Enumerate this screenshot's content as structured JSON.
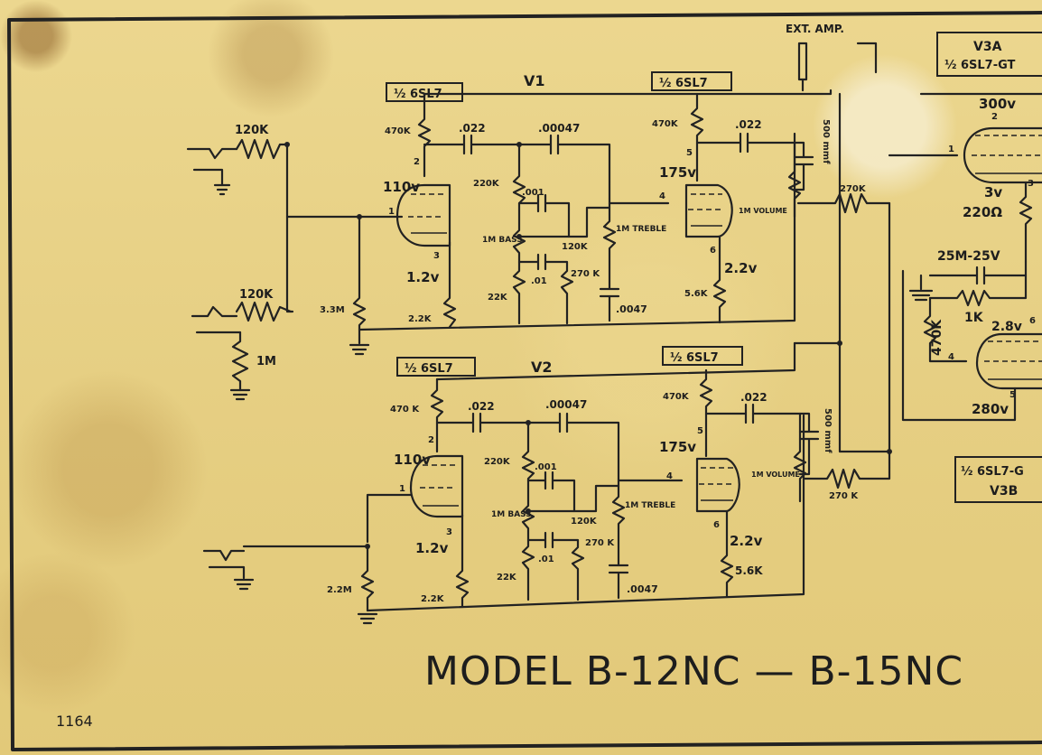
{
  "title": "MODEL B-12NC — B-15NC",
  "drawing_number": "1164",
  "ext_amp": "EXT. AMP.",
  "tubes": {
    "v1_label": "V1",
    "v2_label": "V2",
    "half_6sl7": "½ 6SL7",
    "v3a_line1": "V3A",
    "v3a_line2": "½ 6SL7-GT",
    "v3b_line1": "½ 6SL7-G",
    "v3b_line2": "V3B"
  },
  "input_section": {
    "r_120k_top": "120K",
    "r_120k_bottom": "120K",
    "r_1m": "1M"
  },
  "v1_section": {
    "plate_load": "470K",
    "pin2": "2",
    "pin1": "1",
    "pin3": "3",
    "plate_volt": "110v",
    "cathode_volt": "1.2v",
    "grid_res": "3.3M",
    "cathode_res": "2.2K",
    "cap_022": ".022",
    "cap_00047": ".00047",
    "r_220k": "220K",
    "cap_001": ".001",
    "bass_pot": "1M BASS",
    "r_120k": "120K",
    "cap_01": ".01",
    "r_22k": "22K",
    "r_270k": "270 K",
    "treble_pot": "1M TREBLE",
    "cap_0047": ".0047",
    "pin4": "4",
    "stage2_plate_load": "470K",
    "stage2_pin5": "5",
    "stage2_plate_volt": "175v",
    "stage2_pin6": "6",
    "stage2_cathode_volt": "2.2v",
    "stage2_cathode_res": "5.6K",
    "out_cap": ".022",
    "cap_500": "500 mmf",
    "volume_pot": "1M VOLUME",
    "mix_res": "270K"
  },
  "v2_section": {
    "plate_load": "470 K",
    "pin2": "2",
    "pin1": "1",
    "pin3": "3",
    "plate_volt": "110v",
    "cathode_volt": "1.2v",
    "grid_res": "2.2M",
    "cathode_res": "2.2K",
    "cap_022": ".022",
    "cap_00047": ".00047",
    "r_220k": "220K",
    "cap_001": ".001",
    "bass_pot": "1M BASS",
    "r_120k": "120K",
    "cap_01": ".01",
    "r_22k": "22K",
    "r_270k": "270 K",
    "treble_pot": "1M TREBLE",
    "cap_0047": ".0047",
    "pin4": "4",
    "stage2_plate_load": "470K",
    "stage2_pin5": "5",
    "stage2_plate_volt": "175v",
    "stage2_pin6": "6",
    "stage2_cathode_volt": "2.2v",
    "stage2_cathode_res": "5.6K",
    "out_cap": ".022",
    "cap_500": "500 mmf",
    "volume_pot": "1M VOLUME",
    "mix_res": "270 K"
  },
  "v3_section": {
    "plate_volt": "300v",
    "pin2": "2",
    "pin1": "1",
    "pin3": "3",
    "cathode_volt": "3v",
    "cathode_res": "220Ω",
    "cap": "25M-25V",
    "r_470k": "470K",
    "r_1k": "1K",
    "v3b_cathode_volt": "2.8v",
    "pin6": "6",
    "pin4": "4",
    "pin5": "5",
    "v3b_plate_volt": "280v"
  }
}
